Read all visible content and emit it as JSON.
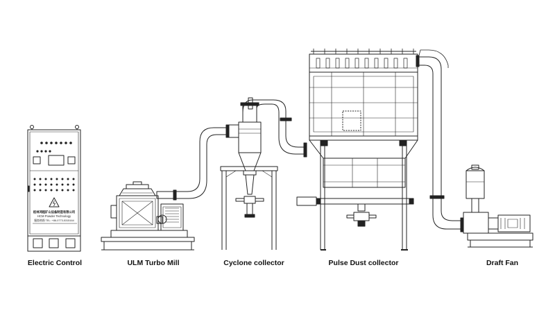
{
  "labels": {
    "electric_control": "Electric Control",
    "turbo_mill": "ULM Turbo Mill",
    "cyclone": "Cyclone collector",
    "dust_collector": "Pulse Dust collector",
    "draft_fan": "Draft Fan"
  },
  "panel_text": {
    "line1": "桂林鸿程矿山设备制造有限公司",
    "line2": "HCM Powder Technology",
    "line3": "服务热线 TEL: +86-0773-5315164"
  },
  "colors": {
    "stroke": "#222222",
    "background": "#ffffff"
  }
}
